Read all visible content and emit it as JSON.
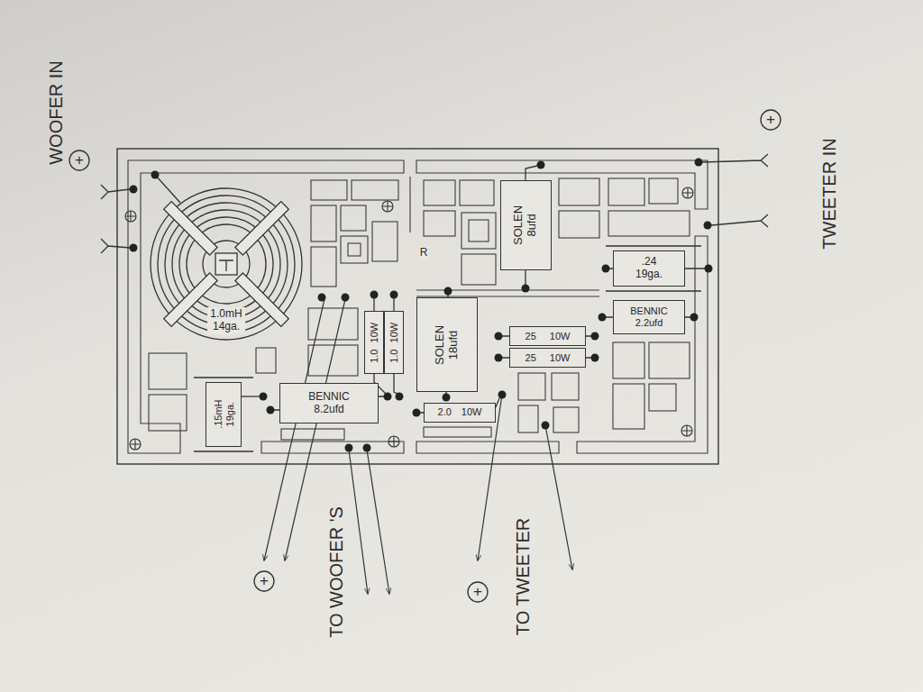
{
  "diagram": {
    "nodes": [
      {
        "text": [
          "1.0mH 14ga."
        ]
      },
      {
        "text": [
          ".15mH 19ga."
        ]
      },
      {
        "text": [
          "1.0 10W"
        ]
      },
      {
        "text": [
          "1.0 10W"
        ]
      },
      {
        "text": [
          "BENNIC 8.2ufd"
        ]
      },
      {
        "text": [
          "SOLEN 18ufd"
        ]
      },
      {
        "text": [
          "2.0 10W"
        ]
      },
      {
        "text": [
          "SOLEN 8ufd"
        ]
      },
      {
        "text": [
          ".24 19ga."
        ]
      },
      {
        "text": [
          "BENNIC 2.2ufd"
        ]
      },
      {
        "text": [
          "25 10W"
        ]
      },
      {
        "text": [
          "25 10W"
        ]
      }
    ],
    "labels": [
      "WOOFER IN",
      "+",
      "R",
      "TWEETER IN",
      "+",
      "TO WOOFER 'S",
      "+",
      "TO TWEETER",
      "+"
    ]
  }
}
